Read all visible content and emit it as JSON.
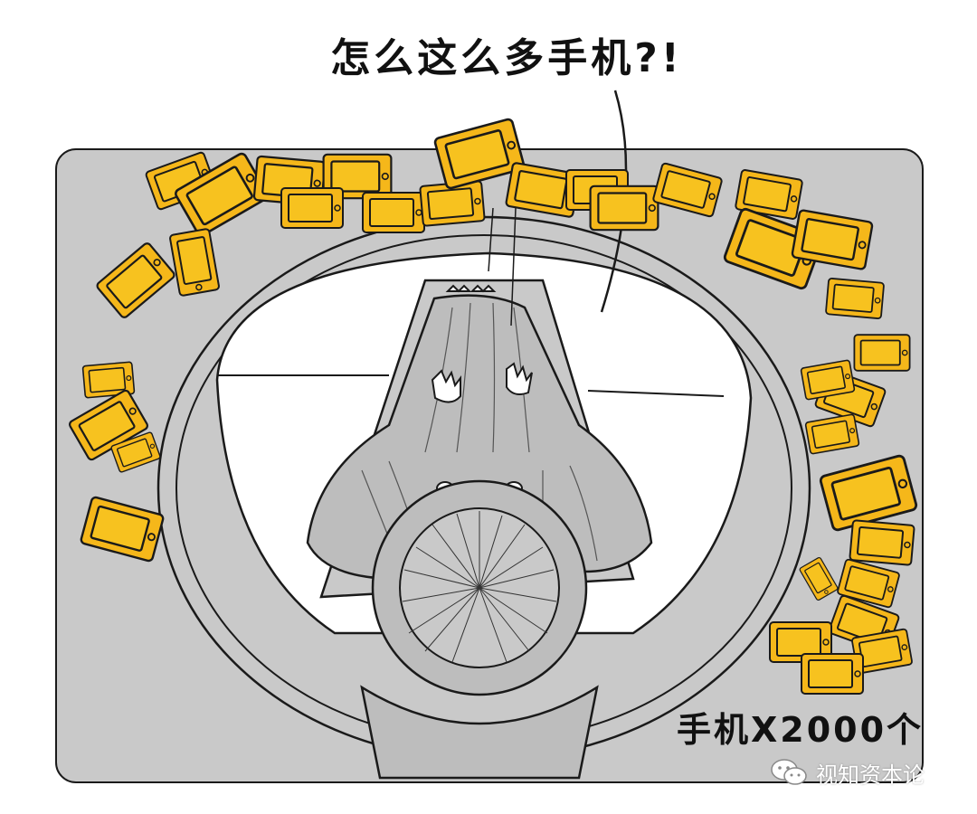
{
  "speech_bubble": {
    "text": "怎么这么多手机?!"
  },
  "caption": {
    "text": "手机X2000个"
  },
  "watermark": {
    "text": "视知资本论",
    "icon": "wechat-icon"
  },
  "colors": {
    "background_gray": "#c9c9c9",
    "phone_yellow": "#f5b71a",
    "phone_screen": "#f7c21f",
    "line": "#1a1a1a",
    "person_gray": "#bdbdbd",
    "platform_white": "#ffffff"
  }
}
